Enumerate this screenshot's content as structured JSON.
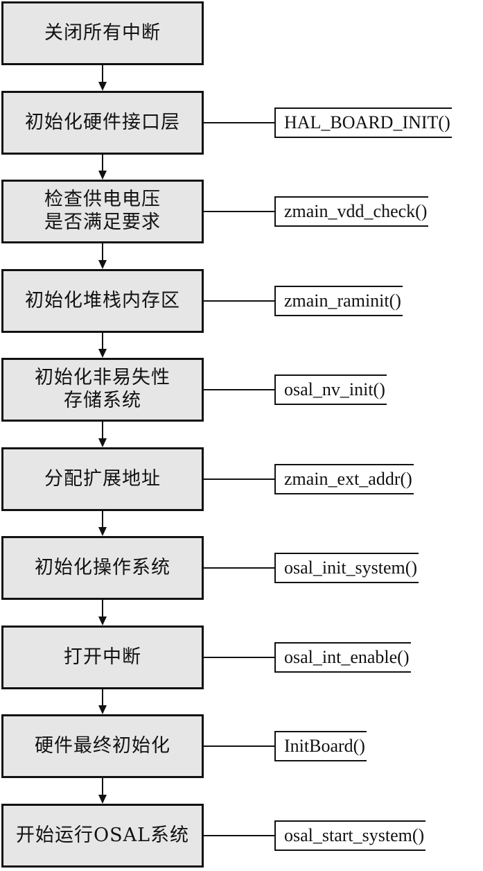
{
  "steps": [
    {
      "label": "关闭所有中断",
      "func": ""
    },
    {
      "label": "初始化硬件接口层",
      "func": "HAL_BOARD_INIT()"
    },
    {
      "label": "检查供电电压\n是否满足要求",
      "func": "zmain_vdd_check()"
    },
    {
      "label": "初始化堆栈内存区",
      "func": "zmain_raminit()"
    },
    {
      "label": "初始化非易失性\n存储系统",
      "func": "osal_nv_init()"
    },
    {
      "label": "分配扩展地址",
      "func": "zmain_ext_addr()"
    },
    {
      "label": "初始化操作系统",
      "func": "osal_init_system()"
    },
    {
      "label": "打开中断",
      "func": "osal_int_enable()"
    },
    {
      "label": "硬件最终初始化",
      "func": "InitBoard()"
    },
    {
      "label": "开始运行OSAL系统",
      "func": "osal_start_system()"
    }
  ],
  "colors": {
    "box_fill": "#e6e6e6",
    "stroke": "#111111",
    "background": "#ffffff"
  }
}
